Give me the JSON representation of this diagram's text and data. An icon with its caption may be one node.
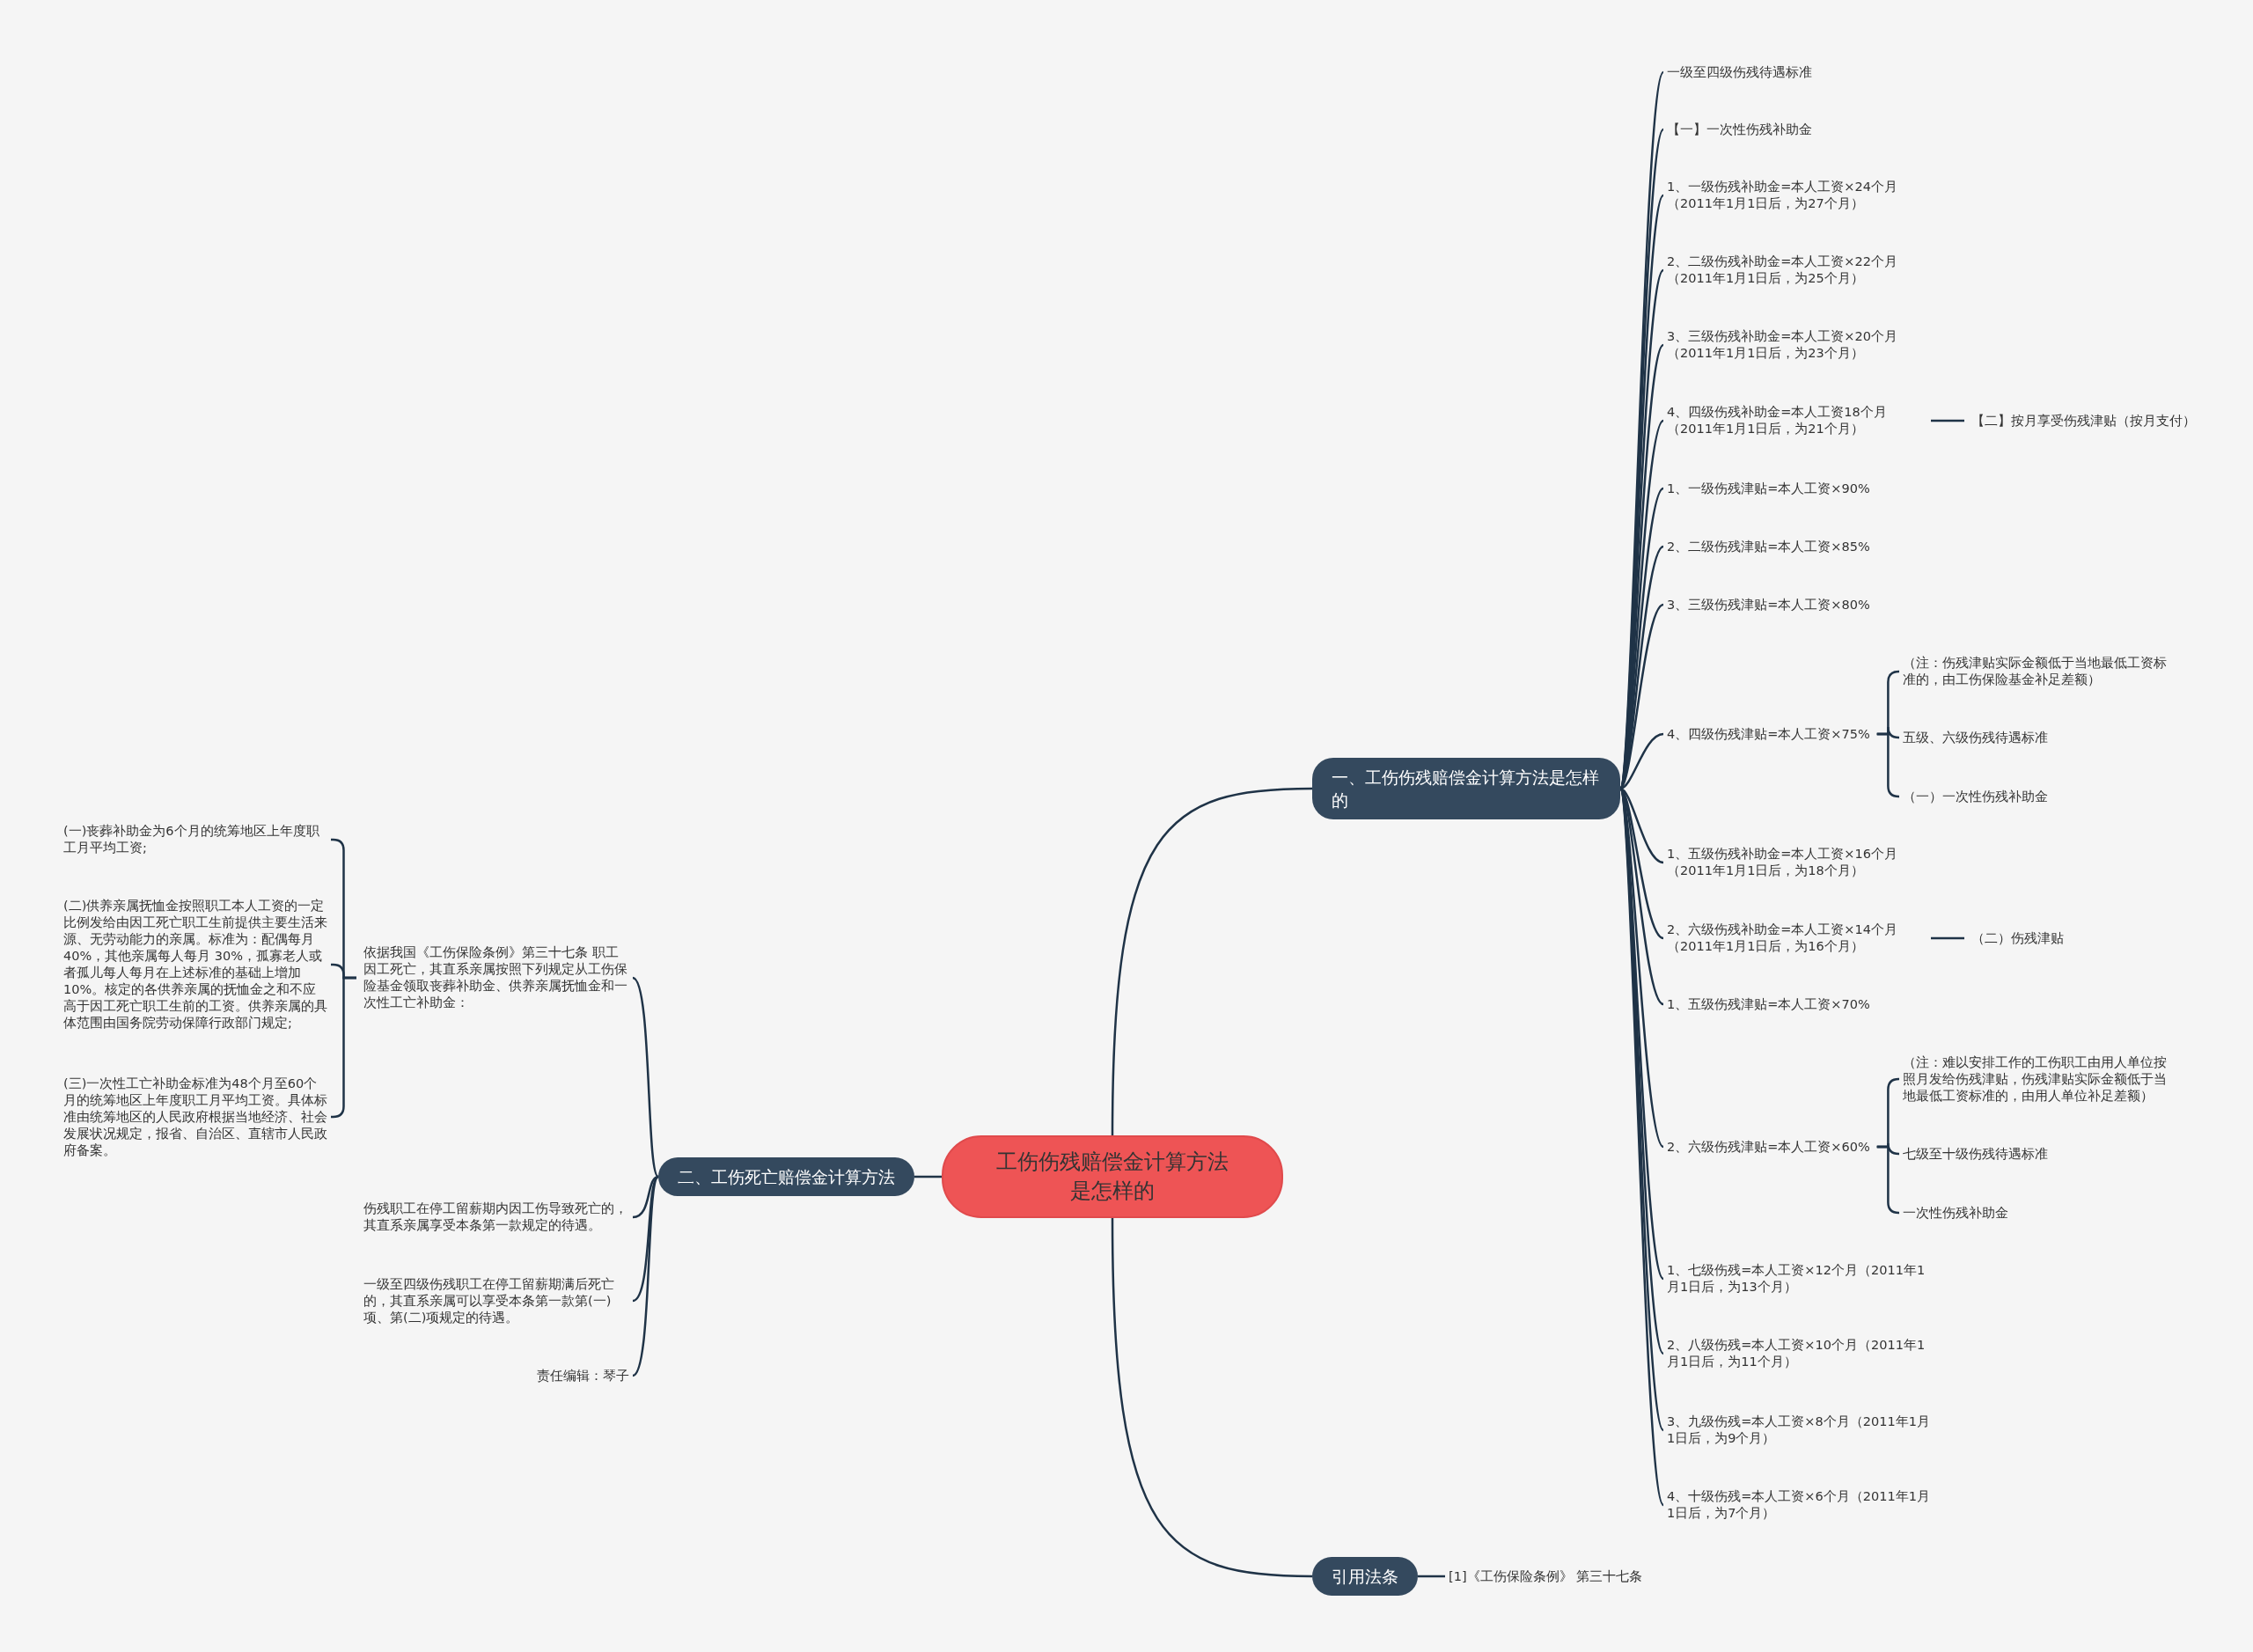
{
  "diagram": {
    "nodes": [
      {
        "text": [
          "工伤伤残赔偿金计算方法是怎样的"
        ]
      },
      {
        "text": [
          "一、工伤伤残赔偿金计算方法是怎样的"
        ]
      },
      {
        "text": [
          "二、工伤死亡赔偿金计算方法"
        ]
      },
      {
        "text": [
          "引用法条"
        ]
      },
      {
        "text": [
          "一级至四级伤残待遇标准"
        ]
      },
      {
        "text": [
          "【一】一次性伤残补助金"
        ]
      },
      {
        "text": [
          "1、一级伤残补助金=本人工资×24个月（2011年1月1日后，为27个月）"
        ]
      },
      {
        "text": [
          "2、二级伤残补助金=本人工资×22个月（2011年1月1日后，为25个月）"
        ]
      },
      {
        "text": [
          "3、三级伤残补助金=本人工资×20个月（2011年1月1日后，为23个月）"
        ]
      },
      {
        "text": [
          "4、四级伤残补助金=本人工资18个月（2011年1月1日后，为21个月）"
        ]
      },
      {
        "text": [
          "【二】按月享受伤残津贴（按月支付）"
        ]
      },
      {
        "text": [
          "1、一级伤残津贴=本人工资×90%"
        ]
      },
      {
        "text": [
          "2、二级伤残津贴=本人工资×85%"
        ]
      },
      {
        "text": [
          "3、三级伤残津贴=本人工资×80%"
        ]
      },
      {
        "text": [
          "4、四级伤残津贴=本人工资×75%"
        ]
      },
      {
        "text": [
          "（注：伤残津贴实际金额低于当地最低工资标准的，由工伤保险基金补足差额）"
        ]
      },
      {
        "text": [
          "五级、六级伤残待遇标准"
        ]
      },
      {
        "text": [
          "（一）一次性伤残补助金"
        ]
      },
      {
        "text": [
          "1、五级伤残补助金=本人工资×16个月（2011年1月1日后，为18个月）"
        ]
      },
      {
        "text": [
          "2、六级伤残补助金=本人工资×14个月（2011年1月1日后，为16个月）"
        ]
      },
      {
        "text": [
          "（二）伤残津贴"
        ]
      },
      {
        "text": [
          "1、五级伤残津贴=本人工资×70%"
        ]
      },
      {
        "text": [
          "2、六级伤残津贴=本人工资×60%"
        ]
      },
      {
        "text": [
          "（注：难以安排工作的工伤职工由用人单位按照月发给伤残津贴，伤残津贴实际金额低于当地最低工资标准的，由用人单位补足差额）"
        ]
      },
      {
        "text": [
          "七级至十级伤残待遇标准"
        ]
      },
      {
        "text": [
          "一次性伤残补助金"
        ]
      },
      {
        "text": [
          "1、七级伤残=本人工资×12个月（2011年1月1日后，为13个月）"
        ]
      },
      {
        "text": [
          "2、八级伤残=本人工资×10个月（2011年1月1日后，为11个月）"
        ]
      },
      {
        "text": [
          "3、九级伤残=本人工资×8个月（2011年1月1日后，为9个月）"
        ]
      },
      {
        "text": [
          "4、十级伤残=本人工资×6个月（2011年1月1日后，为7个月）"
        ]
      },
      {
        "text": [
          "依据我国《工伤保险条例》第三十七条 职工因工死亡，其直系亲属按照下列规定从工伤保险基金领取丧葬补助金、供养亲属抚恤金和一次性工亡补助金："
        ]
      },
      {
        "text": [
          "(一)丧葬补助金为6个月的统筹地区上年度职工月平均工资;"
        ]
      },
      {
        "text": [
          "(二)供养亲属抚恤金按照职工本人工资的一定比例发给由因工死亡职工生前提供主要生活来源、无劳动能力的亲属。标准为：配偶每月40%，其他亲属每人每月 30%，孤寡老人或者孤儿每人每月在上述标准的基础上增加10%。核定的各供养亲属的抚恤金之和不应高于因工死亡职工生前的工资。供养亲属的具体范围由国务院劳动保障行政部门规定;"
        ]
      },
      {
        "text": [
          "(三)一次性工亡补助金标准为48个月至60个月的统筹地区上年度职工月平均工资。具体标准由统筹地区的人民政府根据当地经济、社会发展状况规定，报省、自治区、直辖市人民政府备案。"
        ]
      },
      {
        "text": [
          "伤残职工在停工留薪期内因工伤导致死亡的，其直系亲属享受本条第一款规定的待遇。"
        ]
      },
      {
        "text": [
          "一级至四级伤残职工在停工留薪期满后死亡的，其直系亲属可以享受本条第一款第(一)项、第(二)项规定的待遇。"
        ]
      },
      {
        "text": [
          "责任编辑：琴子"
        ]
      },
      {
        "text": [
          "[1]《工伤保险条例》 第三十七条"
        ]
      }
    ],
    "edges": [
      {
        "from": 0,
        "to": 1,
        "arrow": "none"
      },
      {
        "from": 0,
        "to": 2,
        "arrow": "none"
      },
      {
        "from": 0,
        "to": 3,
        "arrow": "none"
      },
      {
        "from": 1,
        "to": 4,
        "arrow": "none"
      },
      {
        "from": 1,
        "to": 5,
        "arrow": "none"
      },
      {
        "from": 1,
        "to": 6,
        "arrow": "none"
      },
      {
        "from": 1,
        "to": 7,
        "arrow": "none"
      },
      {
        "from": 1,
        "to": 8,
        "arrow": "none"
      },
      {
        "from": 1,
        "to": 9,
        "arrow": "none"
      },
      {
        "from": 9,
        "to": 10,
        "arrow": "none"
      },
      {
        "from": 1,
        "to": 11,
        "arrow": "none"
      },
      {
        "from": 1,
        "to": 12,
        "arrow": "none"
      },
      {
        "from": 1,
        "to": 13,
        "arrow": "none"
      },
      {
        "from": 1,
        "to": 14,
        "arrow": "none"
      },
      {
        "from": 14,
        "to": 15,
        "arrow": "none"
      },
      {
        "from": 14,
        "to": 16,
        "arrow": "none"
      },
      {
        "from": 14,
        "to": 17,
        "arrow": "none"
      },
      {
        "from": 1,
        "to": 18,
        "arrow": "none"
      },
      {
        "from": 1,
        "to": 19,
        "arrow": "none"
      },
      {
        "from": 19,
        "to": 20,
        "arrow": "none"
      },
      {
        "from": 1,
        "to": 21,
        "arrow": "none"
      },
      {
        "from": 1,
        "to": 22,
        "arrow": "none"
      },
      {
        "from": 22,
        "to": 23,
        "arrow": "none"
      },
      {
        "from": 22,
        "to": 24,
        "arrow": "none"
      },
      {
        "from": 22,
        "to": 25,
        "arrow": "none"
      },
      {
        "from": 1,
        "to": 26,
        "arrow": "none"
      },
      {
        "from": 1,
        "to": 27,
        "arrow": "none"
      },
      {
        "from": 1,
        "to": 28,
        "arrow": "none"
      },
      {
        "from": 1,
        "to": 29,
        "arrow": "none"
      },
      {
        "from": 2,
        "to": 30,
        "arrow": "none"
      },
      {
        "from": 30,
        "to": 31,
        "arrow": "none"
      },
      {
        "from": 30,
        "to": 32,
        "arrow": "none"
      },
      {
        "from": 30,
        "to": 33,
        "arrow": "none"
      },
      {
        "from": 2,
        "to": 34,
        "arrow": "none"
      },
      {
        "from": 2,
        "to": 35,
        "arrow": "none"
      },
      {
        "from": 2,
        "to": 36,
        "arrow": "none"
      },
      {
        "from": 3,
        "to": 37,
        "arrow": "none"
      }
    ]
  }
}
